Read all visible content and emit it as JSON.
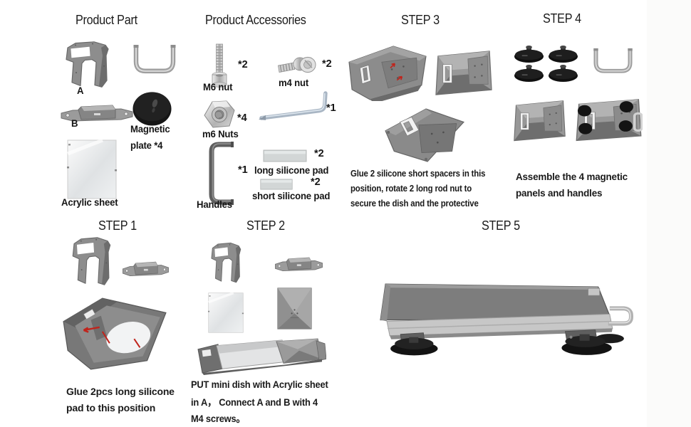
{
  "page": {
    "right_strip_color": "#fbfbfa"
  },
  "product_part": {
    "title": "Product Part",
    "part_a_label": "A",
    "part_b_label": "B",
    "magnetic_plate_label_line1": "Magnetic",
    "magnetic_plate_label_line2": "plate *4",
    "acrylic_label": "Acrylic sheet"
  },
  "accessories": {
    "title": "Product Accessories",
    "m6_bolt_label": "M6 nut",
    "m6_bolt_qty": "*2",
    "m4_screw_label": "m4 nut",
    "m4_screw_qty": "*2",
    "m6_nut_label": "m6 Nuts",
    "m6_nut_qty": "*4",
    "allen_key_qty": "*1",
    "handle_label": "Handles",
    "handle_qty": "*1",
    "long_pad_label": "long silicone pad",
    "long_pad_qty": "*2",
    "short_pad_label": "short silicone pad",
    "short_pad_qty": "*2"
  },
  "steps": {
    "step1": {
      "title": "STEP 1",
      "lines": [
        "Glue 2pcs long silicone",
        "pad to this position"
      ]
    },
    "step2": {
      "title": "STEP 2",
      "lines": [
        "PUT mini dish with  Acrylic sheet",
        "in A， Connect A and B with 4",
        "M4 screws。"
      ]
    },
    "step3": {
      "title": "STEP 3",
      "lines": [
        "Glue 2 silicone short spacers in this",
        "position, rotate 2 long rod nut to",
        "secure the dish and the protective"
      ]
    },
    "step4": {
      "title": "STEP 4",
      "lines": [
        "Assemble the 4 magnetic",
        "panels and handles"
      ]
    },
    "step5": {
      "title": "STEP 5"
    }
  }
}
